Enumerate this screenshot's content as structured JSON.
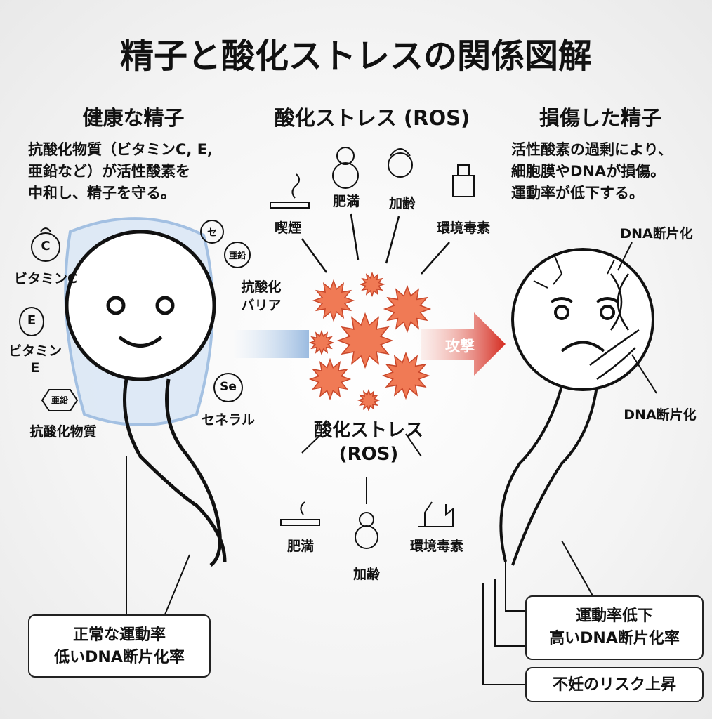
{
  "title": "精子と酸化ストレスの関係図解",
  "healthy": {
    "heading": "健康な精子",
    "desc": [
      "抗酸化物質（ビタミンC, E,",
      "亜鉛など）が活性酸素を",
      "中和し、精子を守る。"
    ],
    "labels": {
      "vitc_icon": "C",
      "vitc": "ビタミンC",
      "vite_icon": "E",
      "vite": [
        "ビタミン",
        "E"
      ],
      "zinc_icon": "亜鉛",
      "antioxidants": "抗酸化物質",
      "se_icon_jp": "セ",
      "zinc_icon2": "亜鉛",
      "barrier": [
        "抗酸化",
        "バリア"
      ],
      "se_icon": "Se",
      "selenium": "セネラル"
    },
    "box": [
      "正常な運動率",
      "低いDNA断片化率"
    ]
  },
  "ros": {
    "heading": "酸化ストレス (ROS)",
    "top_factors": [
      "喫煙",
      "肥満",
      "加齢",
      "環境毒素"
    ],
    "center_label": [
      "酸化ストレス",
      "(ROS)"
    ],
    "bottom_factors": [
      "肥満",
      "加齢",
      "環境毒素"
    ],
    "attack": "攻撃"
  },
  "damaged": {
    "heading": "損傷した精子",
    "desc": [
      "活性酸素の過剰により、",
      "細胞膜やDNAが損傷。",
      "運動率が低下する。"
    ],
    "dna_labels": [
      "DNA断片化",
      "DNA断片化"
    ],
    "box1": [
      "運動率低下",
      "高いDNA断片化率"
    ],
    "box2": "不妊のリスク上昇"
  },
  "colors": {
    "ros": "#f07a55",
    "attack": "#d42a1f",
    "barrier": "#9bbbe0"
  }
}
